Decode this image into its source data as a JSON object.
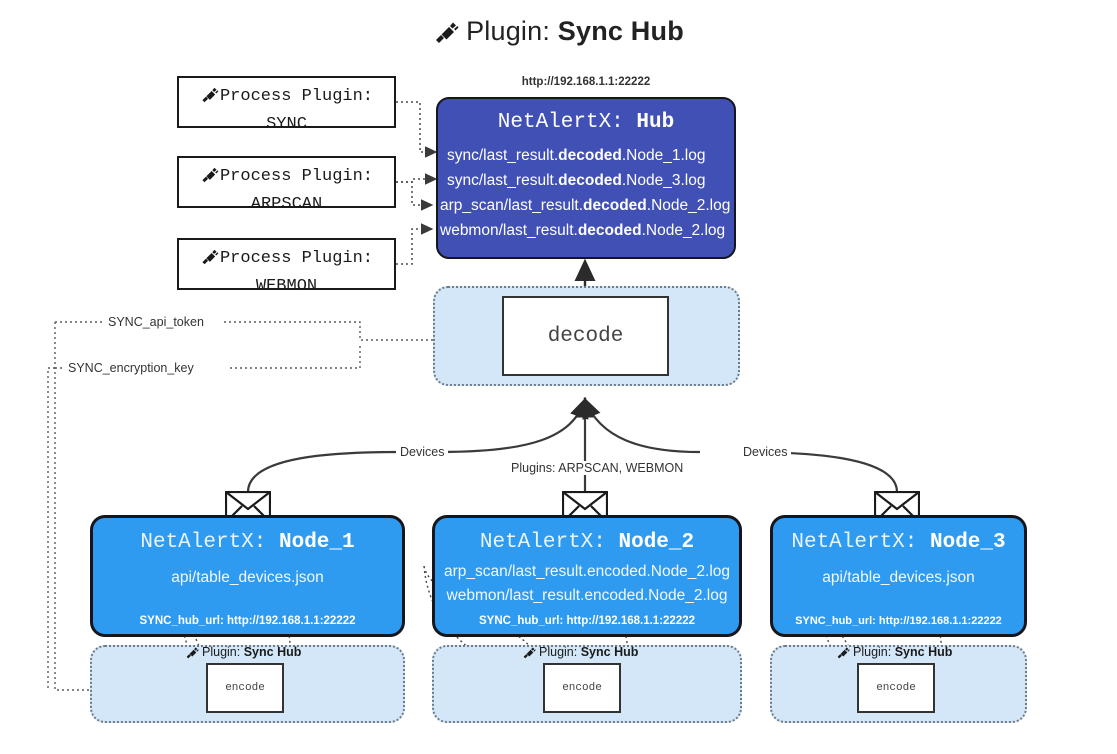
{
  "header": {
    "icon": "plug-icon",
    "prefix": "Plugin:",
    "name": "Sync Hub"
  },
  "process_plugins": [
    {
      "icon": "plug-icon",
      "line1": "Process Plugin:",
      "line2": "SYNC"
    },
    {
      "icon": "plug-icon",
      "line1": "Process Plugin:",
      "line2": "ARPSCAN"
    },
    {
      "icon": "plug-icon",
      "line1": "Process Plugin:",
      "line2": "WEBMON"
    }
  ],
  "hub": {
    "url": "http://192.168.1.1:22222",
    "title_prefix": "NetAlertX:",
    "title_name": "Hub",
    "fill_color": "#4050b5",
    "lines": [
      {
        "pre": "sync/last_result.",
        "mid": "decoded",
        "post": ".Node_1.log"
      },
      {
        "pre": "sync/last_result.",
        "mid": "decoded",
        "post": ".Node_3.log"
      },
      {
        "pre": "arp_scan/last_result.",
        "mid": "decoded",
        "post": ".Node_2.log"
      },
      {
        "pre": "webmon/last_result.",
        "mid": "decoded",
        "post": ".Node_2.log"
      }
    ]
  },
  "decode": {
    "label": "decode",
    "container_color": "#d4e7f8"
  },
  "config_edges": [
    {
      "label": "SYNC_api_token"
    },
    {
      "label": "SYNC_encryption_key"
    }
  ],
  "flow_labels": {
    "left_devices": "Devices",
    "right_devices": "Devices",
    "center_plugins": "Plugins: ARPSCAN, WEBMON"
  },
  "nodes": [
    {
      "icon": "envelope-icon",
      "title_prefix": "NetAlertX:",
      "title_name": "Node_1",
      "fill_color": "#2f9bf0",
      "lines": [
        "api/table_devices.json"
      ],
      "footer": "SYNC_hub_url: http://192.168.1.1:22222",
      "encode": {
        "plugin_prefix": "Plugin:",
        "plugin_name": "Sync Hub",
        "label": "encode"
      }
    },
    {
      "icon": "envelope-icon",
      "title_prefix": "NetAlertX:",
      "title_name": "Node_2",
      "fill_color": "#2f9bf0",
      "lines": [
        "arp_scan/last_result.encoded.Node_2.log",
        "webmon/last_result.encoded.Node_2.log"
      ],
      "footer": "SYNC_hub_url: http://192.168.1.1:22222",
      "encode": {
        "plugin_prefix": "Plugin:",
        "plugin_name": "Sync Hub",
        "label": "encode"
      }
    },
    {
      "icon": "envelope-icon",
      "title_prefix": "NetAlertX:",
      "title_name": "Node_3",
      "fill_color": "#2f9bf0",
      "lines": [
        "api/table_devices.json"
      ],
      "footer": "SYNC_hub_url: http://192.168.1.1:22222",
      "encode": {
        "plugin_prefix": "Plugin:",
        "plugin_name": "Sync Hub",
        "label": "encode"
      }
    }
  ]
}
